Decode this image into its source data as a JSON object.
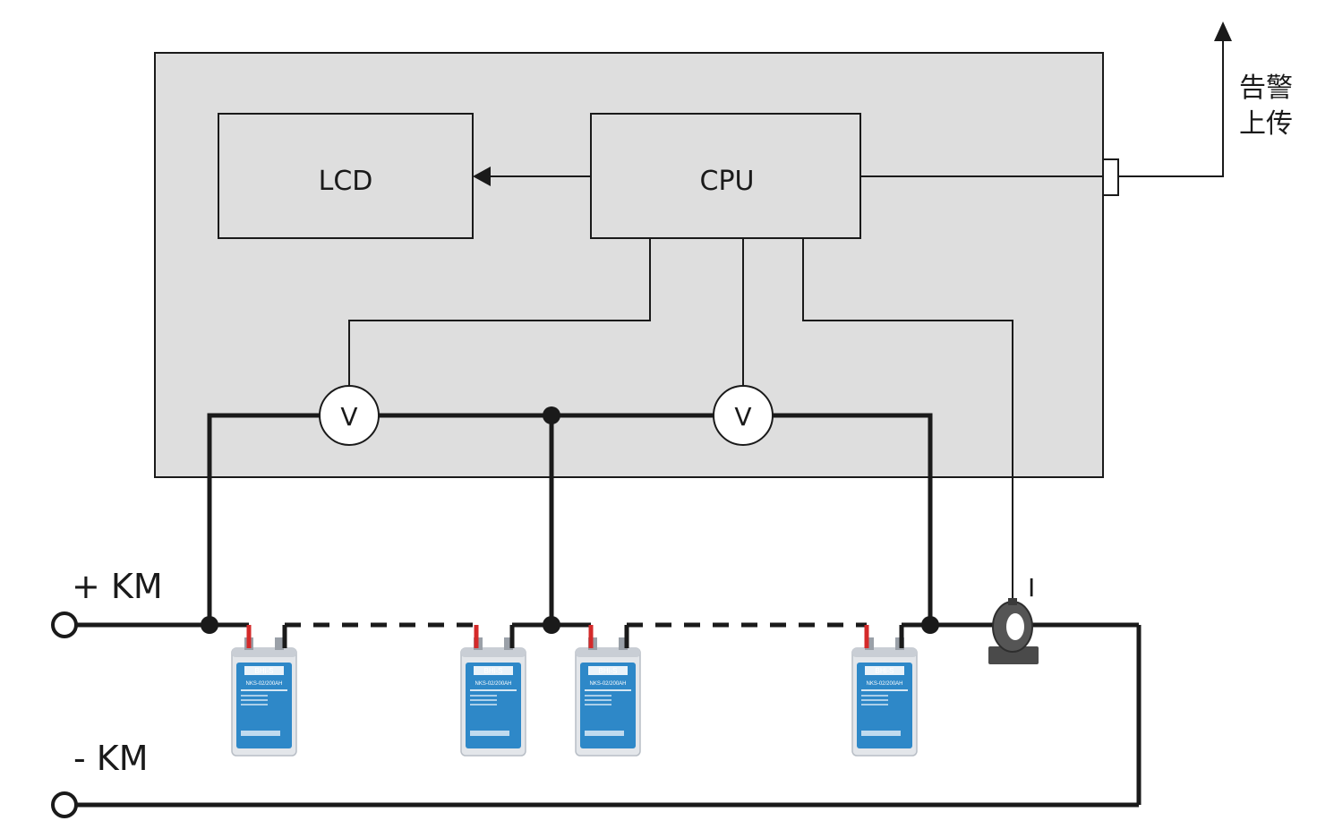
{
  "blocks": {
    "lcd_label": "LCD",
    "cpu_label": "CPU"
  },
  "meters": {
    "voltmeter_1": "V",
    "voltmeter_2": "V"
  },
  "terminals": {
    "positive_label": "+ KM",
    "negative_label": "- KM"
  },
  "current_sensor_label": "I",
  "alarm_upload": {
    "line1": "告警",
    "line2": "上传"
  },
  "battery": {
    "brand": "BHi-S",
    "model": "NKS-02/200AH",
    "count": 4
  },
  "colors": {
    "panel_fill": "#dedede",
    "wire": "#1a1a1a",
    "terminal_red": "#d42a2a",
    "battery_blue": "#2e88c8",
    "battery_body": "#dde1e6"
  }
}
